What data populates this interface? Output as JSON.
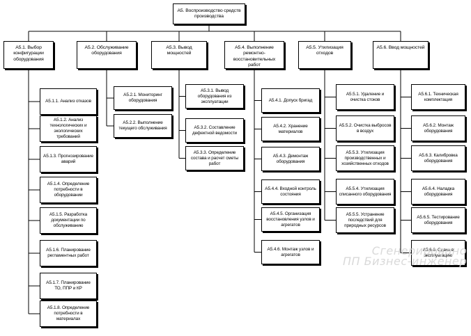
{
  "root": {
    "id": "root",
    "label": "А5. Воспроизводство средств производства"
  },
  "categories": [
    {
      "id": "c1",
      "label": "А5.1. Выбор конфигурации оборудования",
      "items": [
        {
          "id": "c1i1",
          "label": "А5.1.1. Анализ отказов"
        },
        {
          "id": "c1i2",
          "label": "А5.1.2. Анализ технологических и экологических требований"
        },
        {
          "id": "c1i3",
          "label": "А5.1.3. Прогнозирование аварий"
        },
        {
          "id": "c1i4",
          "label": "А5.1.4. Определение потребности в оборудовании"
        },
        {
          "id": "c1i5",
          "label": "А5.1.5. Разработка документации по обслуживанию"
        },
        {
          "id": "c1i6",
          "label": "А5.1.6. Планирование регламентных работ"
        },
        {
          "id": "c1i7",
          "label": "А5.1.7. Планирование ТО, ППР и КР"
        },
        {
          "id": "c1i8",
          "label": "А5.1.8. Определение потребности в материалах"
        }
      ]
    },
    {
      "id": "c2",
      "label": "А5.2. Обслуживание оборудования",
      "items": [
        {
          "id": "c2i1",
          "label": "А5.2.1. Мониторинг оборудования"
        },
        {
          "id": "c2i2",
          "label": "А5.2.2. Выполнение текущего обслуживания"
        }
      ]
    },
    {
      "id": "c3",
      "label": "А5.3. Вывод мощностей",
      "items": [
        {
          "id": "c3i1",
          "label": "А5.3.1. Вывод оборудования из эксплуатации"
        },
        {
          "id": "c3i2",
          "label": "А5.3.2. Составление дефектной ведомости"
        },
        {
          "id": "c3i3",
          "label": "А5.3.3. Определение состава и расчет сметы работ"
        }
      ]
    },
    {
      "id": "c4",
      "label": "А5.4. Выполнение ремонтно-восстановительных работ",
      "items": [
        {
          "id": "c4i1",
          "label": "А5.4.1. Допуск бригад"
        },
        {
          "id": "c4i2",
          "label": "А5.4.2. Хранение материалов"
        },
        {
          "id": "c4i3",
          "label": "А5.4.3. Демонтаж оборудования"
        },
        {
          "id": "c4i4",
          "label": "А5.4.4. Входной контроль состояния"
        },
        {
          "id": "c4i5",
          "label": "А5.4.5. Организация восстановления узлов и агрегатов"
        },
        {
          "id": "c4i6",
          "label": "А5.4.6. Монтаж узлов и агрегатов"
        }
      ]
    },
    {
      "id": "c5",
      "label": "А5.5. Утилизация отходов",
      "items": [
        {
          "id": "c5i1",
          "label": "А5.5.1. Удаление и очистка стоков"
        },
        {
          "id": "c5i2",
          "label": "А5.5.2. Очистка выбросов в воздух"
        },
        {
          "id": "c5i3",
          "label": "А5.5.3. Утилизация производственных и хозяйственных отходов"
        },
        {
          "id": "c5i4",
          "label": "А5.5.4. Утилизация списанного оборудования"
        },
        {
          "id": "c5i5",
          "label": "А5.5.5. Устранение последствий для природных ресурсов"
        }
      ]
    },
    {
      "id": "c6",
      "label": "А5.6. Ввод мощностей",
      "items": [
        {
          "id": "c6i1",
          "label": "А5.6.1. Техническая комплектация"
        },
        {
          "id": "c6i2",
          "label": "А5.6.2. Монтаж оборудования"
        },
        {
          "id": "c6i3",
          "label": "А5.6.3. Калибровка оборудования"
        },
        {
          "id": "c6i4",
          "label": "А5.6.4. Наладка оборудования"
        },
        {
          "id": "c6i5",
          "label": "А5.6.5. Тестирование оборудования"
        },
        {
          "id": "c6i6",
          "label": "А5.6.6. Сдача в эксплуатацию"
        }
      ]
    }
  ],
  "watermark": {
    "line1": "Сгенерировано",
    "line2": "ПП Бизнес-инженер"
  }
}
